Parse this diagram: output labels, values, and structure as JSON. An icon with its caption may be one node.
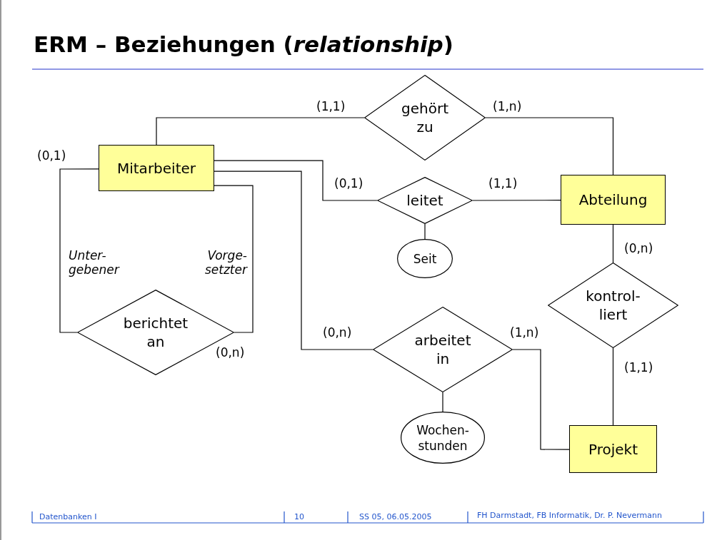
{
  "diagram": {
    "title": "ERM – Beziehungen (*relationship*)",
    "nodes": [
      {
        "text": [
          "Mitarbeiter"
        ]
      },
      {
        "text": [
          "gehört zu"
        ]
      },
      {
        "text": [
          "Abteilung"
        ]
      },
      {
        "text": [
          "leitet"
        ]
      },
      {
        "text": [
          "Seit"
        ]
      },
      {
        "text": [
          "berichtet an"
        ]
      },
      {
        "text": [
          "kontrol- liert"
        ]
      },
      {
        "text": [
          "arbeitet in"
        ]
      },
      {
        "text": [
          "Wochen- stunden"
        ]
      },
      {
        "text": [
          "Projekt"
        ]
      }
    ],
    "edges": [
      {
        "from": 0,
        "to": 1,
        "arrow": "none",
        "label": "(1,1)"
      },
      {
        "from": 1,
        "to": 2,
        "arrow": "none",
        "label": "(1,n)"
      },
      {
        "from": 0,
        "to": 3,
        "arrow": "none",
        "label": "(0,1)"
      },
      {
        "from": 3,
        "to": 2,
        "arrow": "none",
        "label": "(1,1)"
      },
      {
        "from": 3,
        "to": 4,
        "arrow": "none"
      },
      {
        "from": 0,
        "to": 5,
        "arrow": "none",
        "label": "(0,1)"
      },
      {
        "from": 0,
        "to": 5,
        "arrow": "none",
        "label": "(0,n)"
      },
      {
        "from": 0,
        "to": 7,
        "arrow": "none",
        "label": "(0,n)"
      },
      {
        "from": 7,
        "to": 9,
        "arrow": "none",
        "label": "(1,n)"
      },
      {
        "from": 7,
        "to": 8,
        "arrow": "none"
      },
      {
        "from": 2,
        "to": 6,
        "arrow": "none",
        "label": "(0,n)"
      },
      {
        "from": 6,
        "to": 9,
        "arrow": "none",
        "label": "(1,1)"
      }
    ],
    "labels": [
      "Unter- gebener",
      "Vorge- setzter",
      "Datenbanken I",
      "10",
      "SS 05, 06.05.2005",
      "FH Darmstadt, FB Informatik, Dr. P. Nevermann"
    ]
  }
}
